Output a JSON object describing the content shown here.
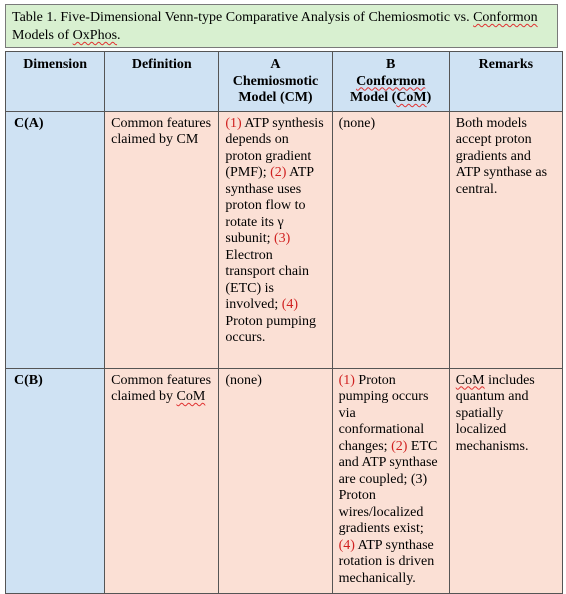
{
  "caption": {
    "prefix": "Table 1. Five-Dimensional Venn-type Comparative Analysis of Chemiosmotic vs. ",
    "conformon": "Conformon",
    "mid": " Models of ",
    "oxphos": "OxPhos",
    "suffix": "."
  },
  "headers": {
    "dimension": "Dimension",
    "definition": "Definition",
    "a_letter": "A",
    "a_name": "Chemiosmotic Model (CM)",
    "b_letter": "B",
    "b_name_1": "Conformon",
    "b_name_2": "Model (",
    "b_name_3": "CoM",
    "b_name_4": ")",
    "remarks": "Remarks"
  },
  "rows": [
    {
      "dimension": "C(A)",
      "definition": "Common features claimed by CM",
      "a_items": [
        {
          "num": "(1)",
          "text": " ATP synthesis depends on proton gradient (PMF); "
        },
        {
          "num": "(2)",
          "text": " ATP synthase uses proton flow to rotate its γ subunit; "
        },
        {
          "num": "(3)",
          "text": " Electron transport chain (ETC) is involved; "
        },
        {
          "num": "(4)",
          "text": " Proton pumping occurs."
        }
      ],
      "b_text": "(none)",
      "remarks": "Both models accept proton gradients and ATP synthase as central."
    },
    {
      "dimension": "C(B)",
      "definition_prefix": "Common features claimed by ",
      "definition_com": "CoM",
      "a_text": "(none)",
      "b_items": [
        {
          "num": "(1)",
          "text": " Proton pumping occurs via conformational changes; "
        },
        {
          "num": "(2)",
          "text": " ETC and ATP synthase are coupled; "
        },
        {
          "num": "(3)",
          "text": " Proton wires/localized gradients exist; "
        },
        {
          "num": "(4)",
          "text": " ATP synthase rotation is driven mechanically."
        }
      ],
      "remarks_com": "CoM",
      "remarks_rest": " includes quantum and spatially localized mechanisms."
    }
  ],
  "colors": {
    "caption_bg": "#d8f0d0",
    "header_bg": "#cfe2f3",
    "cell_bg": "#fbe0d5",
    "item_number": "#d02020"
  }
}
